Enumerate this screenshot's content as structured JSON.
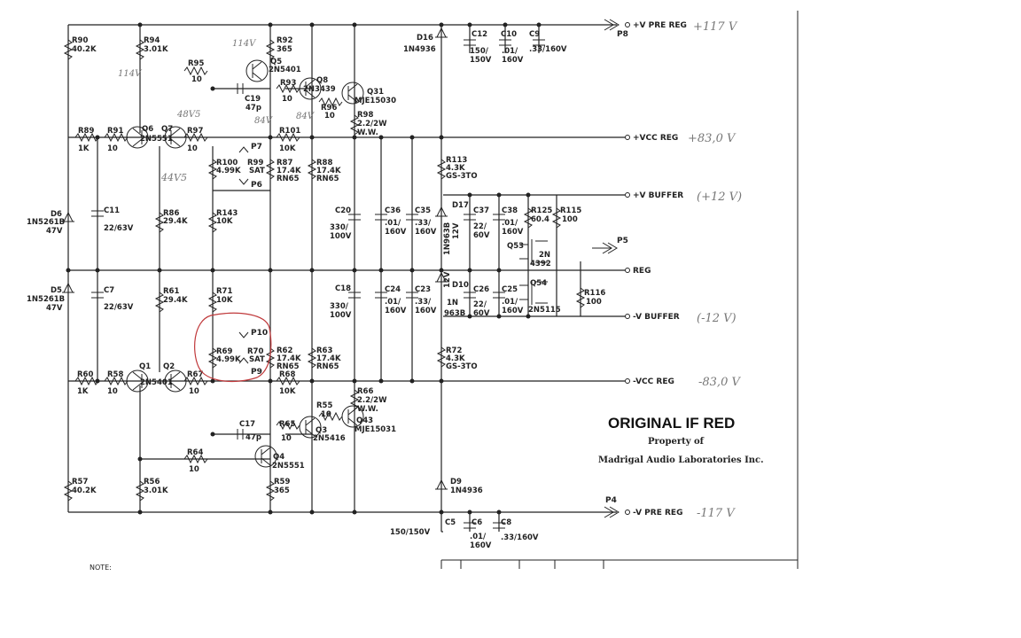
{
  "title_block": {
    "title": "ORIGINAL IF RED",
    "property_of": "Property of",
    "company": "Madrigal Audio Laboratories Inc."
  },
  "note_label": "NOTE:",
  "nets": {
    "vpre_pos": "+V PRE REG",
    "vcc_pos": "+VCC REG",
    "vbuf_pos": "+V BUFFER",
    "reg": "REG",
    "vbuf_neg": "-V BUFFER",
    "vcc_neg": "-VCC REG",
    "vpre_neg": "-V PRE REG"
  },
  "ports": {
    "p8": "P8",
    "p5": "P5",
    "p4": "P4",
    "p7": "P7",
    "p6": "P6",
    "p10": "P10",
    "p9": "P9"
  },
  "handwritten": {
    "vpre_pos": "+117 V",
    "vcc_pos": "+83,0 V",
    "vbuf_pos": "(+12 V)",
    "vbuf_neg": "(-12 V)",
    "vcc_neg": "-83,0 V",
    "vpre_neg": "-117 V",
    "q5": "114V",
    "q6": "114V",
    "q7": "48V5",
    "n44": "44V5",
    "q8": "84V",
    "q8b": "84V"
  },
  "components": {
    "r90": [
      "R90",
      "40.2K"
    ],
    "r94": [
      "R94",
      "3.01K"
    ],
    "r92": [
      "R92",
      "365"
    ],
    "r95": [
      "R95",
      "10"
    ],
    "q5": [
      "Q5",
      "2N5401"
    ],
    "c19": [
      "C19",
      "47p"
    ],
    "r93": [
      "R93",
      "10"
    ],
    "q8": [
      "Q8",
      "2N3439"
    ],
    "q31": [
      "Q31",
      "MJE15030"
    ],
    "r96": [
      "R96",
      "10"
    ],
    "r98": [
      "R98",
      "2.2/2W",
      "W.W."
    ],
    "r89": [
      "R89",
      "1K"
    ],
    "r91": [
      "R91",
      "10"
    ],
    "q6q7": [
      "Q6",
      "Q7",
      "2N5551"
    ],
    "r97": [
      "R97",
      "10"
    ],
    "r101": [
      "R101",
      "10K"
    ],
    "r100": [
      "R100",
      "4.99K"
    ],
    "r99": [
      "R99",
      "SAT"
    ],
    "r87": [
      "R87",
      "17.4K",
      "RN65"
    ],
    "r88": [
      "R88",
      "17.4K",
      "RN65"
    ],
    "d6": [
      "D6",
      "1N5261B",
      "47V"
    ],
    "c11": [
      "C11",
      "22/63V"
    ],
    "r86": [
      "R86",
      "29.4K"
    ],
    "r143": [
      "R143",
      "10K"
    ],
    "c20": [
      "C20",
      "330/",
      "100V"
    ],
    "c36": [
      "C36",
      ".01/",
      "160V"
    ],
    "c35": [
      "C35",
      ".33/",
      "160V"
    ],
    "d17": [
      "D17",
      "1N963B",
      "12V"
    ],
    "c37": [
      "C37",
      "22/",
      "60V"
    ],
    "c38": [
      "C38",
      ".01/",
      "160V"
    ],
    "r125": [
      "R125",
      "60.4"
    ],
    "r115": [
      "R115",
      "100"
    ],
    "q53": [
      "Q53",
      "2N",
      "4392"
    ],
    "q54": [
      "Q54",
      "2N5115"
    ],
    "r116": [
      "R116",
      "100"
    ],
    "d5": [
      "D5",
      "1N5261B",
      "47V"
    ],
    "c7": [
      "C7",
      "22/63V"
    ],
    "r61": [
      "R61",
      "29.4K"
    ],
    "r71": [
      "R71",
      "10K"
    ],
    "c18": [
      "C18",
      "330/",
      "100V"
    ],
    "c24": [
      "C24",
      ".01/",
      "160V"
    ],
    "c23": [
      "C23",
      ".33/",
      "160V"
    ],
    "d10": [
      "D10",
      "1N",
      "963B",
      "12V"
    ],
    "c26": [
      "C26",
      "22/",
      "60V"
    ],
    "c25": [
      "C25",
      ".01/",
      "160V"
    ],
    "r69": [
      "R69",
      "4.99K"
    ],
    "r70": [
      "R70",
      "SAT"
    ],
    "r62": [
      "R62",
      "17.4K",
      "RN65"
    ],
    "r63": [
      "R63",
      "17.4K",
      "RN65"
    ],
    "r72": [
      "R72",
      "4.3K",
      "GS-3TO"
    ],
    "r113": [
      "R113",
      "4.3K",
      "GS-3TO"
    ],
    "r60": [
      "R60",
      "1K"
    ],
    "r58": [
      "R58",
      "10"
    ],
    "q1q2": [
      "Q1",
      "Q2",
      "2N5401"
    ],
    "r67": [
      "R67",
      "10"
    ],
    "r68": [
      "R68",
      "10K"
    ],
    "r66": [
      "R66",
      "2.2/2W",
      "W.W."
    ],
    "r55": [
      "R55",
      "10"
    ],
    "c17": [
      "C17",
      "47p"
    ],
    "r65": [
      "R65",
      "10"
    ],
    "q3": [
      "Q3",
      "2N5416"
    ],
    "q43": [
      "Q43",
      "MJE15031"
    ],
    "r64": [
      "R64",
      "10"
    ],
    "q4": [
      "Q4",
      "2N5551"
    ],
    "r57": [
      "R57",
      "40.2K"
    ],
    "r56": [
      "R56",
      "3.01K"
    ],
    "r59": [
      "R59",
      "365"
    ],
    "d16": [
      "D16",
      "1N4936"
    ],
    "c12": [
      "C12",
      "150/",
      "150V"
    ],
    "c10": [
      "C10",
      ".01/",
      "160V"
    ],
    "c9": [
      "C9",
      ".33/160V"
    ],
    "d9": [
      "D9",
      "1N4936"
    ],
    "c5": [
      "C5",
      "150/150V"
    ],
    "c6": [
      "C6",
      ".01/",
      "160V"
    ],
    "c8": [
      "C8",
      ".33/160V"
    ]
  },
  "colors": {
    "ink": "#222222",
    "annotation": "#c0393b",
    "pencil": "#777777"
  }
}
